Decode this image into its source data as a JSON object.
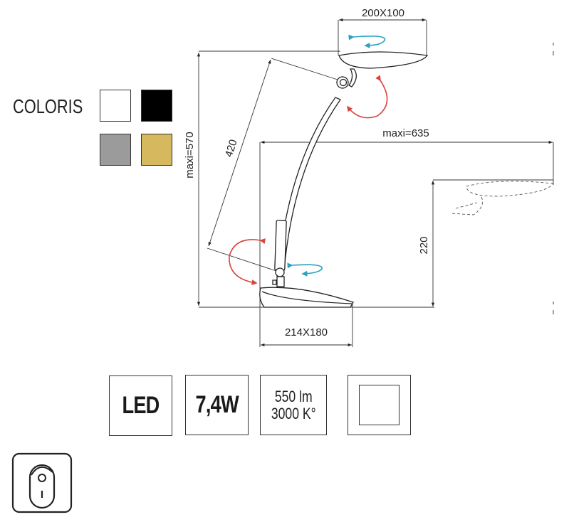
{
  "colors_section": {
    "label": "COLORIS",
    "swatches": [
      {
        "name": "white",
        "color": "#ffffff"
      },
      {
        "name": "black",
        "color": "#000000"
      },
      {
        "name": "grey",
        "color": "#9b9b9b"
      },
      {
        "name": "gold",
        "color": "#d6b85f"
      }
    ]
  },
  "dimensions": {
    "head": "200X100",
    "max_height": "maxi=570",
    "arm_length": "420",
    "max_reach": "maxi=635",
    "reach_height": "220",
    "base": "214X180"
  },
  "specs": {
    "source": "LED",
    "power": "7,4W",
    "lumens": "550 lm",
    "color_temp": "3000 K°"
  },
  "icons": [
    "class-ii-insulation-icon",
    "switch-icon"
  ],
  "accent_colors": {
    "rotation_red": "#d9443c",
    "swivel_cyan": "#2aa1c0"
  }
}
